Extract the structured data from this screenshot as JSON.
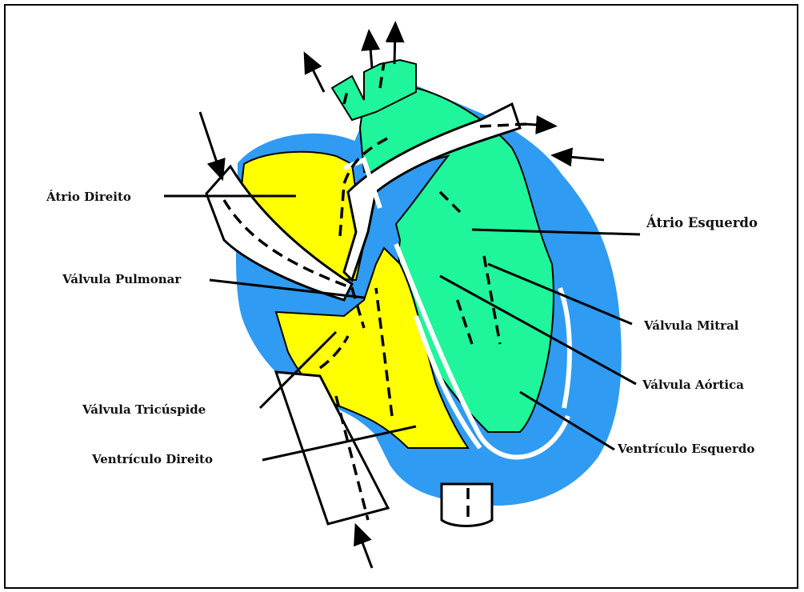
{
  "labels": {
    "atrio_direito": "Átrio Direito",
    "valvula_pulmonar": "Válvula Pulmonar",
    "valvula_tricuspide": "Válvula Tricúspide",
    "ventriculo_direito": "Ventrículo Direito",
    "atrio_esquerdo": "Átrio Esquerdo",
    "valvula_mitral": "Válvula Mitral",
    "valvula_aortica": "Válvula Aórtica",
    "ventriculo_esquerdo": "Ventrículo Esquerdo"
  },
  "colors": {
    "outer_wall": "#2F9BF2",
    "right_side": "#FFFF00",
    "left_side": "#1FF59A",
    "vessels": "#FFFFFF",
    "outline": "#000000"
  }
}
